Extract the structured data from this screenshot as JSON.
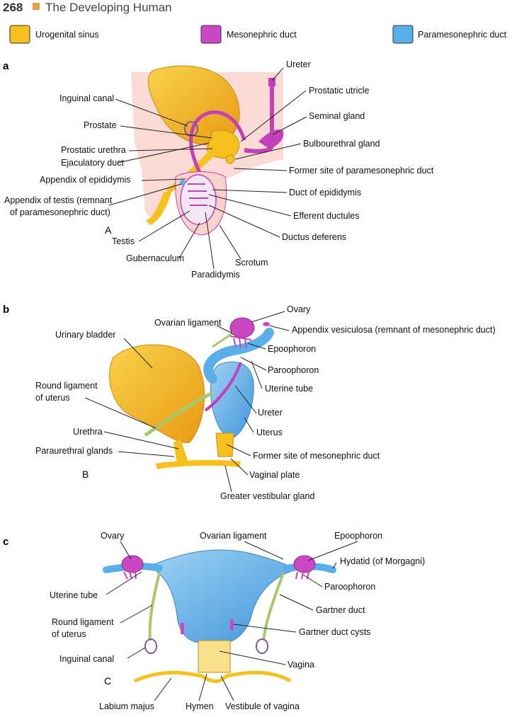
{
  "header": {
    "page_number": "268",
    "book_title": "The Developing Human"
  },
  "legend": [
    {
      "label": "Urogenital sinus",
      "color": "#f7c11d"
    },
    {
      "label": "Mesonephric duct",
      "color": "#cc47c3"
    },
    {
      "label": "Paramesonephric duct",
      "color": "#58aee8"
    }
  ],
  "colors": {
    "urogenital": "#f5b81d",
    "urogenital_light": "#f7d24a",
    "mesonephric": "#c43fba",
    "paramesonephric": "#5aaeea",
    "skin": "#f9d3cc",
    "ligament": "#a8c86b",
    "accent": "#e8a04a"
  },
  "panels": {
    "a": {
      "letter": "a",
      "caption": "A",
      "labels": {
        "ureter": "Ureter",
        "inguinal_canal": "Inguinal canal",
        "prostatic_utricle": "Prostatic utricle",
        "seminal_gland": "Seminal gland",
        "prostate": "Prostate",
        "prostatic_urethra": "Prostatic urethra",
        "bulbourethral_gland": "Bulbourethral gland",
        "ejaculatory_duct": "Ejaculatory duct",
        "former_site": "Former site of paramesonephric duct",
        "appendix_epididymis": "Appendix of epididymis",
        "duct_epididymis": "Duct of epididymis",
        "appendix_testis_1": "Appendix of testis (remnant",
        "appendix_testis_2": "of paramesonephric duct)",
        "efferent_ductules": "Efferent ductules",
        "testis": "Testis",
        "ductus_deferens": "Ductus deferens",
        "gubernaculum": "Gubernaculum",
        "scrotum": "Scrotum",
        "paradidymis": "Paradidymis"
      }
    },
    "b": {
      "letter": "b",
      "caption": "B",
      "labels": {
        "ovary": "Ovary",
        "ovarian_ligament": "Ovarian ligament",
        "appendix_vesiculosa": "Appendix vesiculosa (remnant of mesonephric duct)",
        "urinary_bladder": "Urinary bladder",
        "epoophoron": "Epoophoron",
        "paroophoron": "Paroophoron",
        "round_ligament_1": "Round ligament",
        "round_ligament_2": "of uterus",
        "uterine_tube": "Uterine tube",
        "ureter": "Ureter",
        "uterus": "Uterus",
        "urethra": "Urethra",
        "paraurethral_glands": "Paraurethral glands",
        "former_site": "Former site of mesonephric duct",
        "vaginal_plate": "Vaginal plate",
        "greater_vestibular_gland": "Greater vestibular gland"
      }
    },
    "c": {
      "letter": "c",
      "caption": "C",
      "labels": {
        "ovary": "Ovary",
        "ovarian_ligament": "Ovarian ligament",
        "epoophoron": "Epoophoron",
        "hydatid": "Hydatid (of Morgagni)",
        "paroophoron": "Paroophoron",
        "uterine_tube": "Uterine tube",
        "gartner_duct": "Gartner duct",
        "round_ligament_1": "Round ligament",
        "round_ligament_2": "of uterus",
        "gartner_cysts": "Gartner duct cysts",
        "inguinal_canal": "Inguinal canal",
        "vagina": "Vagina",
        "labium_majus": "Labium majus",
        "hymen": "Hymen",
        "vestibule": "Vestibule of vagina"
      }
    }
  }
}
